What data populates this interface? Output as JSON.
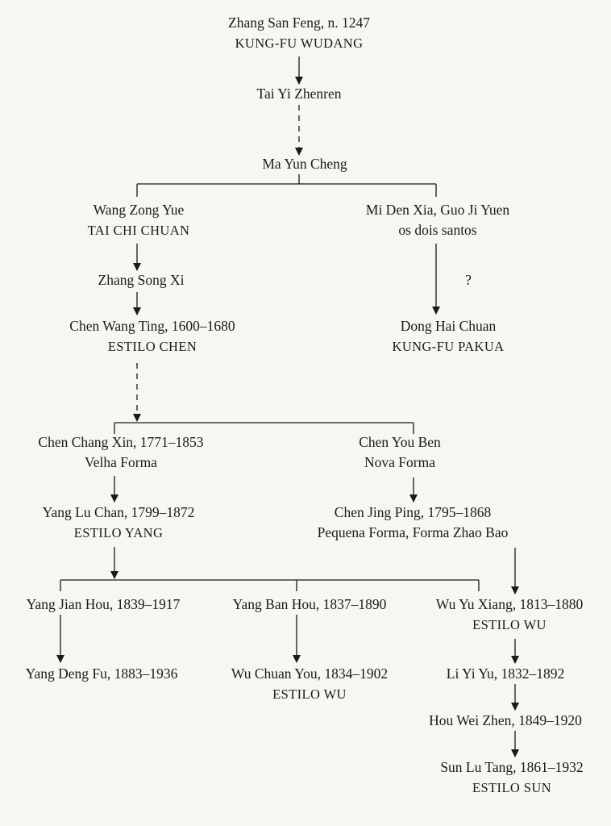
{
  "nodes": {
    "zhang_san_feng": {
      "name": "Zhang San Feng, n. 1247",
      "sub": "KUNG-FU WUDANG"
    },
    "tai_yi_zhenren": {
      "name": "Tai Yi Zhenren"
    },
    "ma_yun_cheng": {
      "name": "Ma Yun Cheng"
    },
    "wang_zong_yue": {
      "name": "Wang Zong Yue",
      "sub": "TAI CHI CHUAN"
    },
    "mi_den_xia": {
      "name": "Mi Den Xia, Guo Ji Yuen",
      "sub": "os dois santos"
    },
    "zhang_song_xi": {
      "name": "Zhang Song Xi"
    },
    "unknown": {
      "name": "?"
    },
    "chen_wang_ting": {
      "name": "Chen Wang Ting, 1600–1680",
      "sub": "ESTILO CHEN"
    },
    "dong_hai_chuan": {
      "name": "Dong Hai Chuan",
      "sub": "KUNG-FU PAKUA"
    },
    "chen_chang_xin": {
      "name": "Chen Chang Xin, 1771–1853",
      "sub": "Velha Forma"
    },
    "chen_you_ben": {
      "name": "Chen You Ben",
      "sub": "Nova Forma"
    },
    "yang_lu_chan": {
      "name": "Yang Lu Chan, 1799–1872",
      "sub": "ESTILO YANG"
    },
    "chen_jing_ping": {
      "name": "Chen Jing Ping, 1795–1868",
      "sub": "Pequena Forma, Forma Zhao Bao"
    },
    "yang_jian_hou": {
      "name": "Yang Jian Hou, 1839–1917"
    },
    "yang_ban_hou": {
      "name": "Yang Ban Hou, 1837–1890"
    },
    "wu_yu_xiang": {
      "name": "Wu Yu Xiang, 1813–1880",
      "sub": "ESTILO WU"
    },
    "yang_deng_fu": {
      "name": "Yang Deng Fu, 1883–1936"
    },
    "wu_chuan_you": {
      "name": "Wu Chuan You, 1834–1902",
      "sub": "ESTILO WU"
    },
    "li_yi_yu": {
      "name": "Li Yi Yu, 1832–1892"
    },
    "hou_wei_zhen": {
      "name": "Hou Wei Zhen, 1849–1920"
    },
    "sun_lu_tang": {
      "name": "Sun Lu Tang, 1861–1932",
      "sub": "ESTILO SUN"
    }
  }
}
